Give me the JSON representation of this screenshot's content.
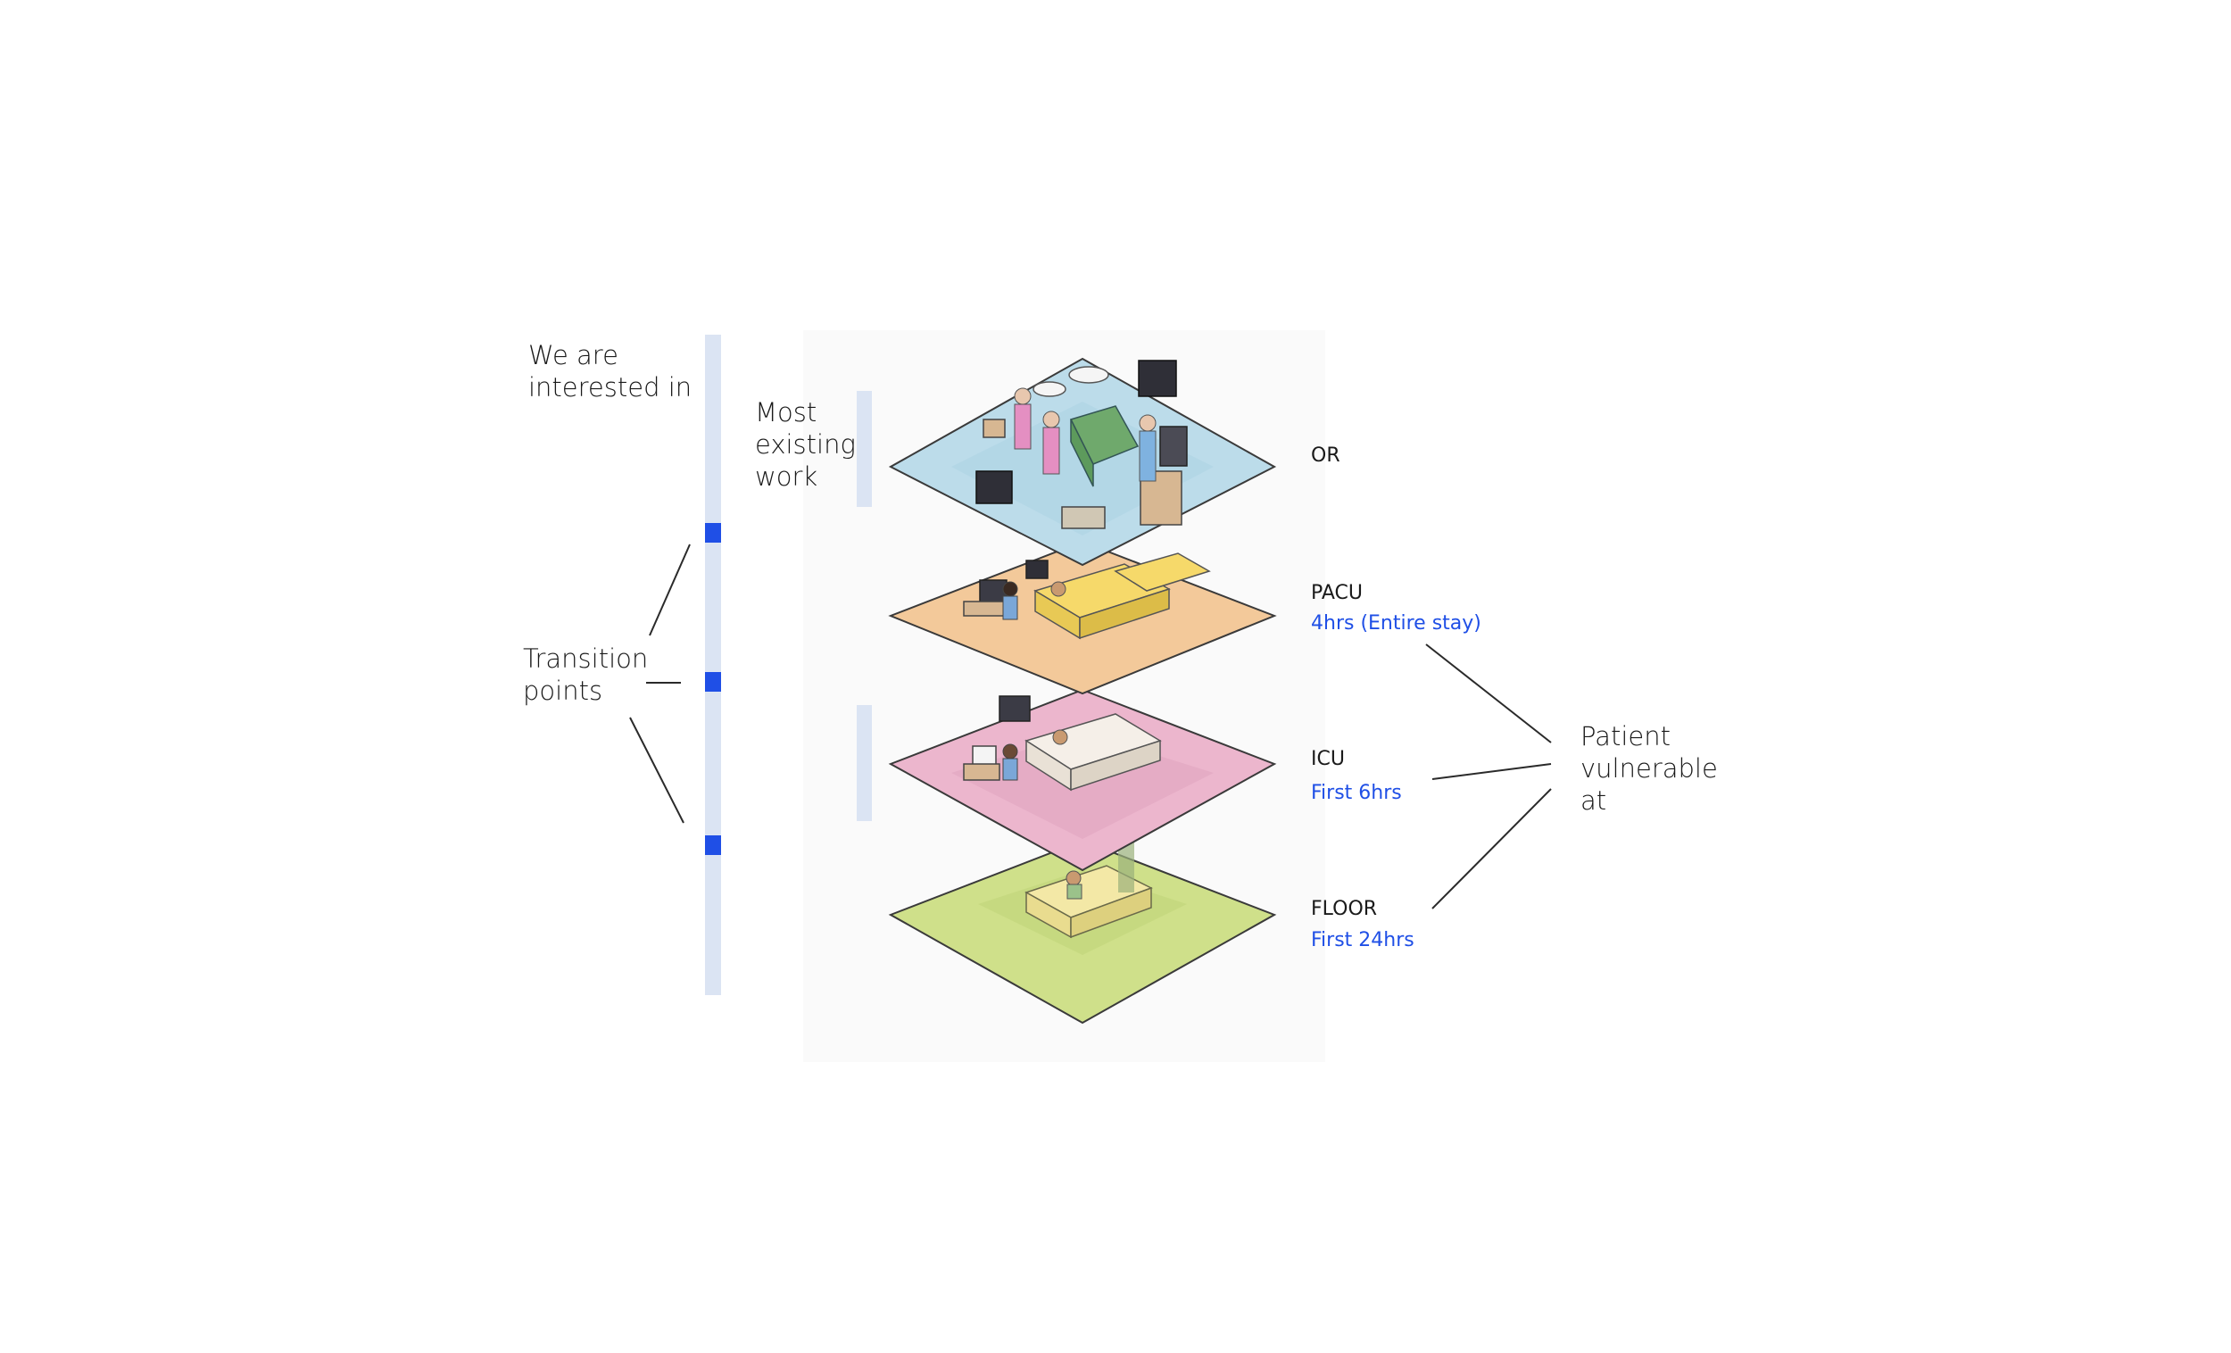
{
  "left_panel": {
    "interest_label": [
      "We are",
      "interested in"
    ],
    "transition_label": [
      "Transition",
      "points"
    ]
  },
  "middle_panel": {
    "existing_work_label": [
      "Most",
      "existing",
      "work"
    ]
  },
  "floors": [
    {
      "name": "OR",
      "detail": ""
    },
    {
      "name": "PACU",
      "detail": "4hrs (Entire stay)"
    },
    {
      "name": "ICU",
      "detail": "First 6hrs"
    },
    {
      "name": "FLOOR",
      "detail": "First 24hrs"
    }
  ],
  "right_panel": {
    "vulnerable_label": [
      "Patient",
      "vulnerable",
      "at"
    ]
  },
  "colors": {
    "track": "#dbe4f3",
    "marker": "#1f4fe6",
    "accent_text": "#1f4fe6",
    "or_floor": "#bcdcea",
    "pacu_floor": "#f3c99a",
    "icu_floor": "#ecb6cd",
    "floor_floor": "#cfe08a"
  }
}
